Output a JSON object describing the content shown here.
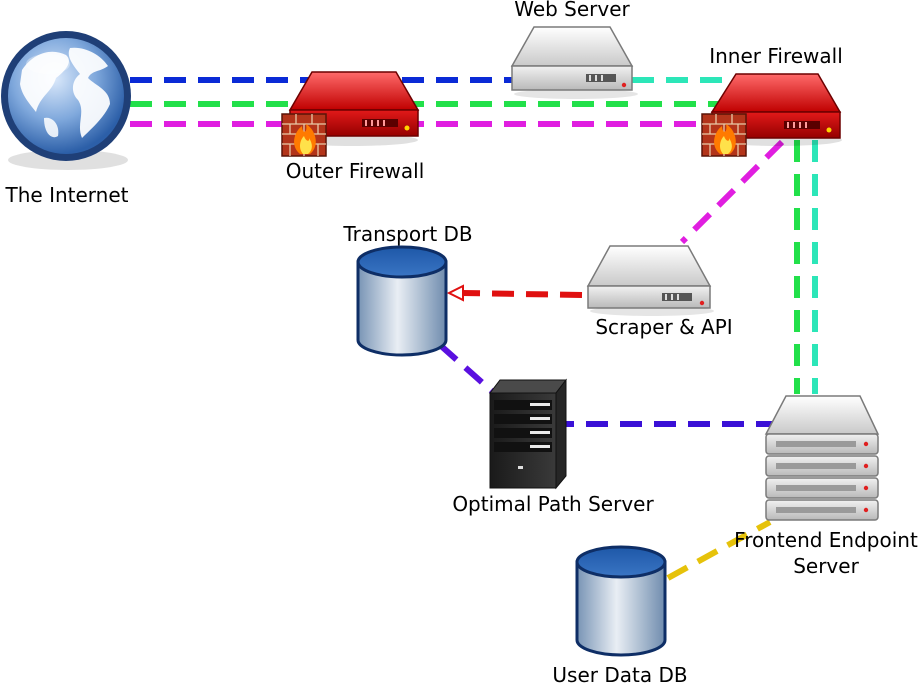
{
  "nodes": {
    "internet": {
      "label": "The Internet",
      "icon": "globe-icon"
    },
    "outer_firewall": {
      "label": "Outer Firewall",
      "icon": "firewall-server-icon"
    },
    "web_server": {
      "label": "Web Server",
      "icon": "server-icon"
    },
    "inner_firewall": {
      "label": "Inner Firewall",
      "icon": "firewall-server-icon"
    },
    "transport_db": {
      "label": "Transport DB",
      "icon": "database-icon"
    },
    "scraper_api": {
      "label": "Scraper & API",
      "icon": "server-icon"
    },
    "optimal_path": {
      "label": "Optimal Path Server",
      "icon": "tower-server-icon"
    },
    "frontend_line1": {
      "label": "Frontend Endpoint"
    },
    "frontend_line2": {
      "label": "Server"
    },
    "user_data_db": {
      "label": "User Data DB",
      "icon": "database-icon"
    }
  },
  "colors": {
    "blue": "#0a2ad6",
    "green": "#22e04a",
    "magenta": "#e01ee0",
    "cyan": "#2ce6b8",
    "red": "#e01010",
    "purple": "#5a10e0",
    "indigo": "#3a10d6",
    "yellow": "#e6c20a"
  }
}
